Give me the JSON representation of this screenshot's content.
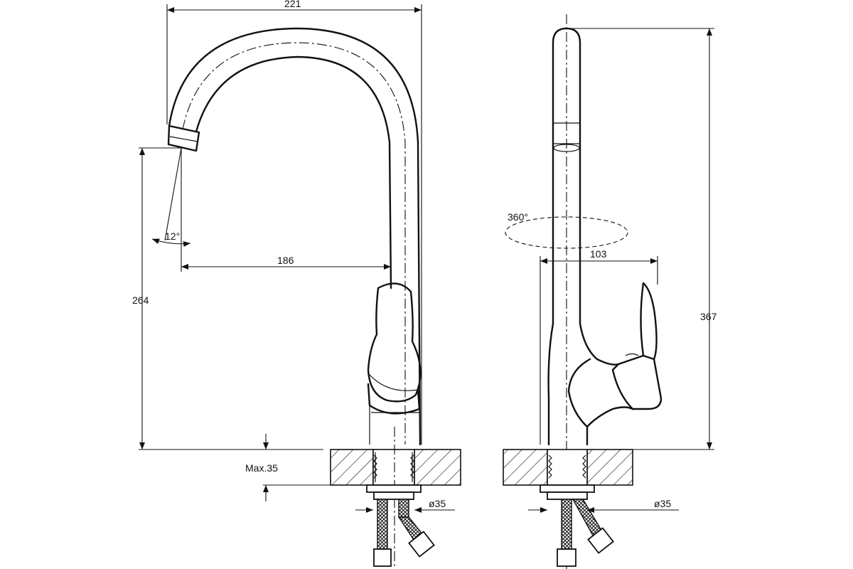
{
  "front_view": {
    "dim_overall_width": "221",
    "dim_spout_reach": "186",
    "dim_outlet_height": "264",
    "spout_angle": "12°",
    "max_thickness": "Max.35",
    "hole_diameter": "ø35"
  },
  "side_view": {
    "rotation": "360°",
    "dim_handle_depth": "103",
    "dim_total_height": "367",
    "hole_diameter": "ø35"
  }
}
